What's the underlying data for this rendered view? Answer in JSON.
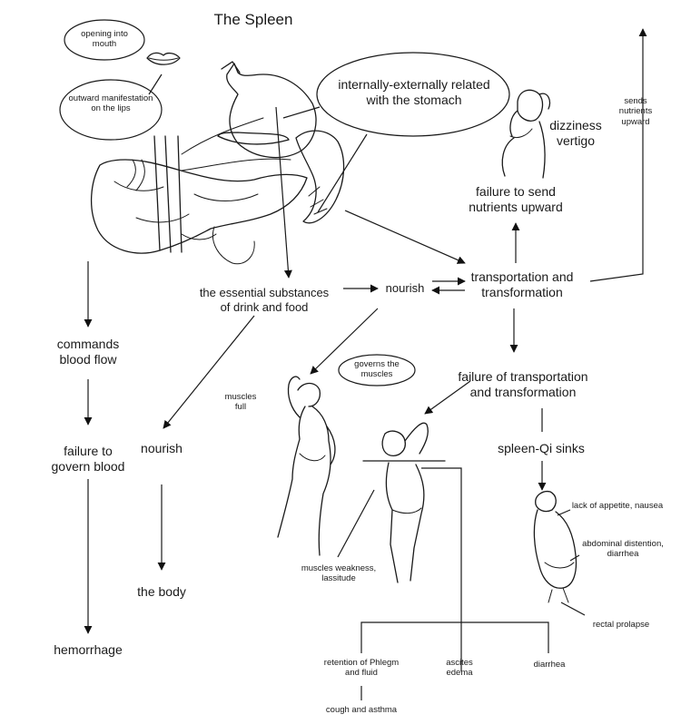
{
  "title": "The Spleen",
  "bubbles": {
    "mouth": "opening into mouth",
    "lips": "outward manifestation on the lips",
    "stomach": "internally-externally related with the stomach",
    "governs_muscles": "governs the muscles",
    "sends_up": "sends nutrients upward"
  },
  "labels": {
    "dizziness": "dizziness\nvertigo",
    "failure_send": "failure to send\nnutrients upward",
    "transport": "transportation and\ntransformation",
    "nourish_mid": "nourish",
    "essential": "the essential substances\nof drink and food",
    "commands": "commands\nblood flow",
    "failure_govern": "failure to\ngovern blood",
    "hemorrhage": "hemorrhage",
    "nourish_left": "nourish",
    "body": "the body",
    "muscles_full": "muscles\nfull",
    "failure_transport": "failure of transportation\nand transformation",
    "qi_sinks": "spleen-Qi sinks",
    "appetite": "lack of appetite, nausea",
    "abdominal": "abdominal distention,\ndiarrhea",
    "rectal": "rectal prolapse",
    "weakness": "muscles weakness,\nlassitude",
    "phlegm": "retention of Phlegm\nand fluid",
    "cough": "cough and asthma",
    "ascites": "ascites\nedema",
    "diarrhea": "diarrhea"
  }
}
